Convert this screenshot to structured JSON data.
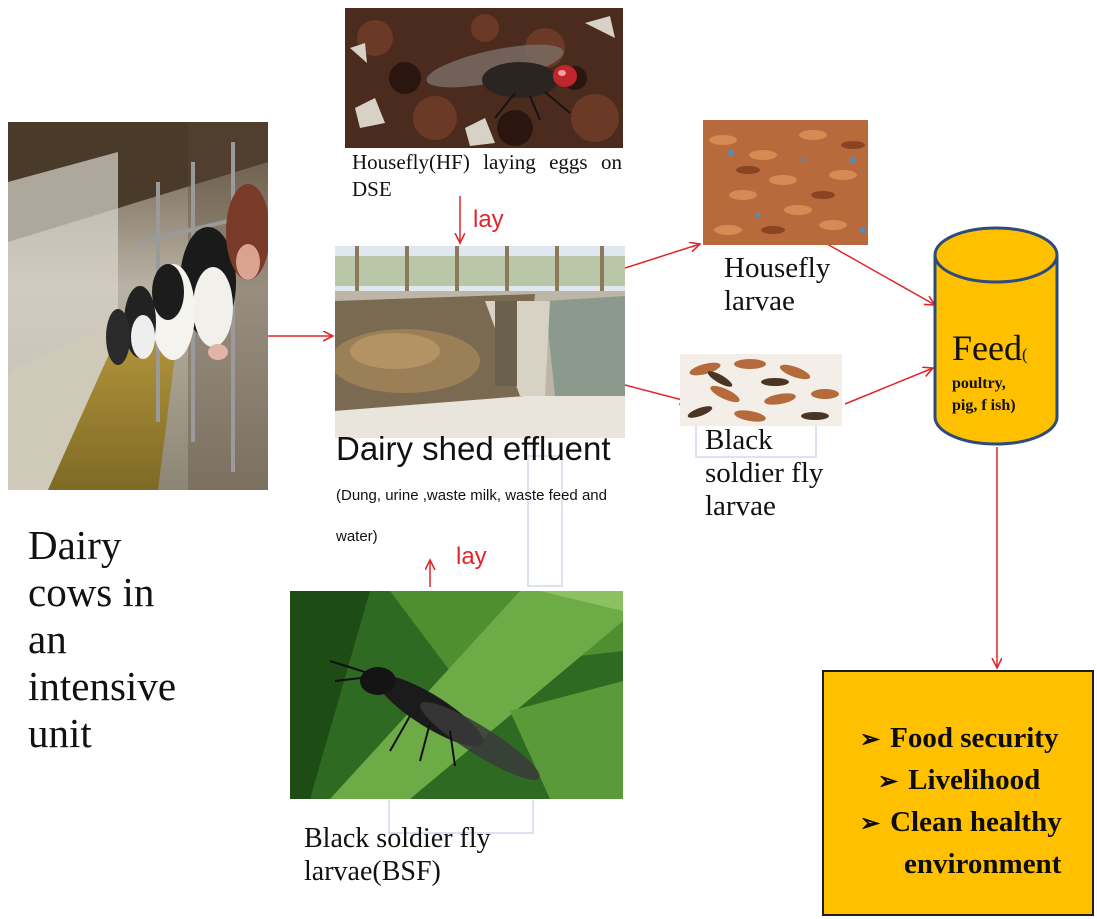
{
  "cows": {
    "caption": "Dairy\ncows in\nan\nintensive\nunit",
    "image": "dairy-cows-photo"
  },
  "housefly": {
    "caption": "Housefly(HF) laying eggs on DSE",
    "image": "housefly-photo"
  },
  "effluent": {
    "title": "Dairy shed effluent",
    "detail": "(Dung, urine ,waste milk, waste feed and water)",
    "image": "effluent-tank-photo"
  },
  "hf_larvae": {
    "caption": "Housefly\nlarvae",
    "image": "housefly-larvae-photo"
  },
  "bsf_larvae": {
    "caption": "Black\nsoldier fly\nlarvae",
    "image": "bsf-larvae-photo"
  },
  "bsf_adult": {
    "caption": "Black soldier fly\nlarvae(BSF)",
    "image": "bsf-adult-photo"
  },
  "arrow_labels": {
    "top": "lay",
    "bottom": "lay"
  },
  "feed": {
    "title": "Feed",
    "paren": "(",
    "detail": "poultry,\npig, f ish)"
  },
  "benefits": {
    "items": [
      "Food  security",
      "Livelihood",
      "Clean healthy",
      "environment"
    ]
  },
  "colors": {
    "arrow": "#e0252b",
    "feed_fill": "#ffc000",
    "feed_stroke": "#2e4b7a",
    "benefits_fill": "#ffc000"
  }
}
